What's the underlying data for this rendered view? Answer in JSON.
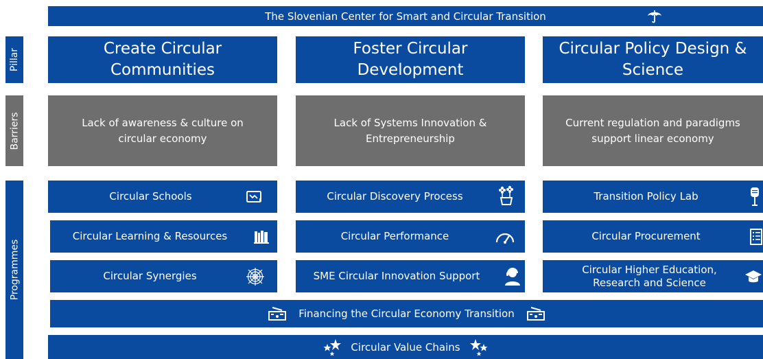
{
  "colors": {
    "blue": "#0a4ba0",
    "gray": "#6e6e6e",
    "white": "#ffffff"
  },
  "header": {
    "title": "The Slovenian Center for Smart and Circular Transition",
    "icon": "umbrella-icon"
  },
  "rows": {
    "pillar": "Pillar",
    "barriers": "Barriers",
    "programmes": "Programmes"
  },
  "pillars": [
    {
      "title": "Create Circular Communities"
    },
    {
      "title": "Foster Circular Development"
    },
    {
      "title": "Circular Policy Design & Science"
    }
  ],
  "barriers": [
    {
      "text": "Lack of awareness & culture on circular  economy"
    },
    {
      "text": "Lack of Systems Innovation & Entrepreneurship"
    },
    {
      "text": "Current regulation and paradigms support linear economy"
    }
  ],
  "programmes": {
    "col1": [
      {
        "label": "Circular Schools",
        "icon": "whiteboard-icon"
      },
      {
        "label": "Circular Learning & Resources",
        "icon": "books-icon"
      },
      {
        "label": "Circular Synergies",
        "icon": "web-icon"
      }
    ],
    "col2": [
      {
        "label": "Circular Discovery Process",
        "icon": "flower-pot-icon"
      },
      {
        "label": "Circular Performance",
        "icon": "gauge-icon"
      },
      {
        "label": "SME Circular Innovation Support",
        "icon": "support-person-icon"
      }
    ],
    "col3": [
      {
        "label": "Transition Policy Lab",
        "icon": "microphone-icon"
      },
      {
        "label": "Circular Procurement",
        "icon": "checklist-icon"
      },
      {
        "label": "Circular Higher Education, Research and Science",
        "icon": "graduation-cap-icon"
      }
    ]
  },
  "financing": {
    "label": "Financing the Circular Economy Transition",
    "icon": "cash-register-icon"
  },
  "value_chains": {
    "label": "Circular Value Chains",
    "icon": "stars-icon"
  }
}
